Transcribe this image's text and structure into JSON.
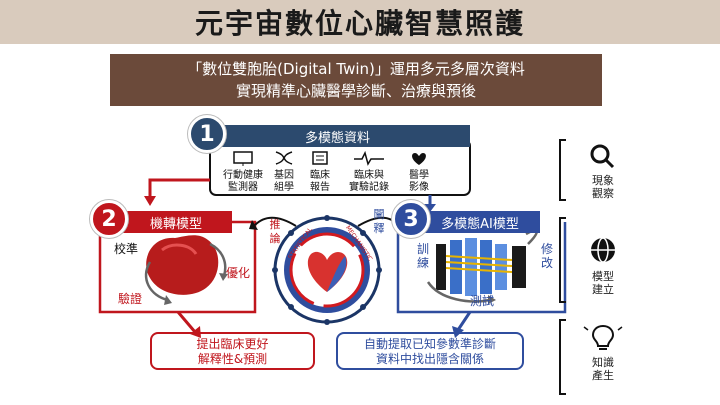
{
  "title": "元宇宙數位心臟智慧照護",
  "subtitle_line1": "「數位雙胞胎(Digital Twin)」運用多元多層次資料",
  "subtitle_line2": "實現精準心臟醫學診斷、治療與預後",
  "section1": {
    "number": "1",
    "label": "多模態資料",
    "items": [
      {
        "icon": "monitor-icon",
        "line1": "行動健康",
        "line2": "監測器"
      },
      {
        "icon": "dna-icon",
        "line1": "基因",
        "line2": "組學"
      },
      {
        "icon": "report-icon",
        "line1": "臨床",
        "line2": "報告"
      },
      {
        "icon": "ecg-icon",
        "line1": "臨床與",
        "line2": "實驗記錄"
      },
      {
        "icon": "heart-icon",
        "line1": "醫學",
        "line2": "影像"
      }
    ]
  },
  "section2": {
    "number": "2",
    "label": "機轉模型",
    "calibrate": "校準",
    "optimize": "優化",
    "validate": "驗證"
  },
  "section3": {
    "number": "3",
    "label": "多模態AI模型",
    "train": "訓練",
    "fix": "修改",
    "test": "測試"
  },
  "center": {
    "infer": "推論",
    "explain": "闡釋",
    "ring_left": "STATISTICAL",
    "ring_right": "MECHANISTIC"
  },
  "outputs": {
    "left_line1": "提出臨床更好",
    "left_line2": "解釋性&預測",
    "right_line1": "自動提取已知參數準診斷",
    "right_line2": "資料中找出隱含關係"
  },
  "sidebar": [
    {
      "icon": "magnifier-icon",
      "line1": "現象",
      "line2": "觀察"
    },
    {
      "icon": "globe-icon",
      "line1": "模型",
      "line2": "建立"
    },
    {
      "icon": "lightbulb-icon",
      "line1": "知識",
      "line2": "產生"
    }
  ],
  "colors": {
    "red": "#c0161d",
    "blue": "#2f4d9e",
    "navy": "#2c4a6e",
    "brown": "#6b4a3a"
  }
}
